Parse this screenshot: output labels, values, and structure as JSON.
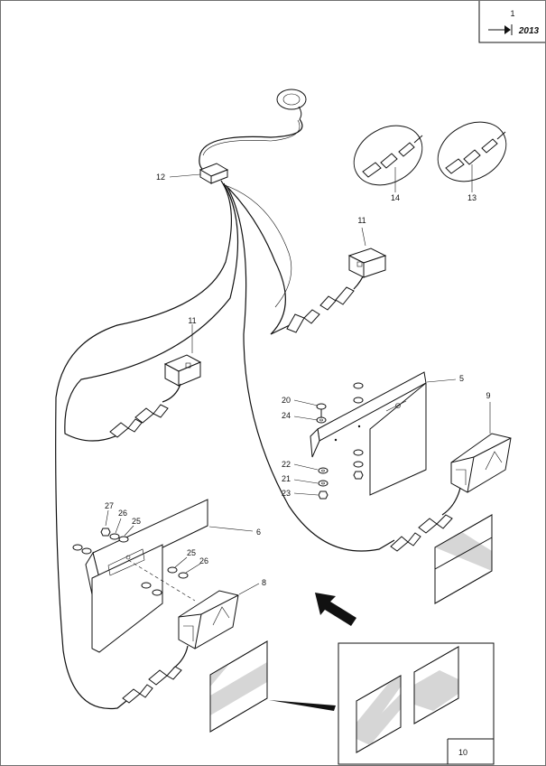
{
  "reference_box": {
    "label": "1",
    "year": "2013",
    "arrow_icon": "arrow-flag-icon"
  },
  "callouts": {
    "c1": "14",
    "c2": "13",
    "c3": "12",
    "c4": "11",
    "c5": "11",
    "c6": "5",
    "c7": "20",
    "c8": "24",
    "c9": "9",
    "c10": "22",
    "c11": "21",
    "c12": "23",
    "c13": "27",
    "c14": "26",
    "c15": "25",
    "c16": "6",
    "c17": "25",
    "c18": "26",
    "c19": "8",
    "c20": "10"
  },
  "inset": {
    "label": "10"
  }
}
